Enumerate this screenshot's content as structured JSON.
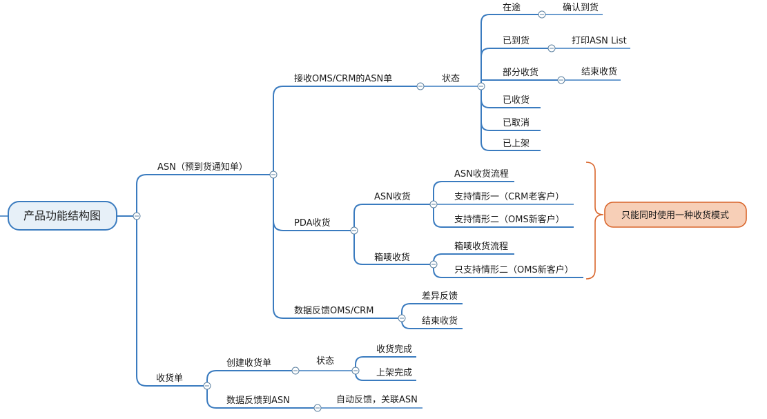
{
  "diagram": {
    "root": "产品功能结构图",
    "nodes": {
      "asn": "ASN（预到货通知单）",
      "receive_oms": "接收OMS/CRM的ASN单",
      "status1": "状态",
      "in_transit": "在途",
      "confirm_arrival": "确认到货",
      "arrived": "已到货",
      "print_asn": "打印ASN List",
      "partial": "部分收货",
      "end_receive1": "结束收货",
      "received": "已收货",
      "cancelled": "已取消",
      "shelved": "已上架",
      "pda": "PDA收货",
      "asn_receive": "ASN收货",
      "asn_flow": "ASN收货流程",
      "support_crm": "支持情形一（CRM老客户）",
      "support_oms": "支持情形二（OMS新客户）",
      "box_receive": "箱唛收货",
      "box_flow": "箱唛收货流程",
      "only_oms": "只支持情形二（OMS新客户）",
      "feedback": "数据反馈OMS/CRM",
      "diff_feedback": "差异反馈",
      "end_receive2": "结束收货",
      "receipt": "收货单",
      "create_receipt": "创建收货单",
      "status2": "状态",
      "receive_done": "收货完成",
      "shelve_done": "上架完成",
      "feedback_asn": "数据反馈到ASN",
      "auto_feedback": "自动反馈，关联ASN"
    },
    "note": "只能同时使用一种收货模式",
    "colors": {
      "line": "#3a7bbf",
      "root_fill": "#e7f0f8",
      "root_border": "#3a7bbf",
      "note_fill": "#f7cfb7",
      "note_border": "#d9652b",
      "bracket": "#d9652b"
    }
  }
}
